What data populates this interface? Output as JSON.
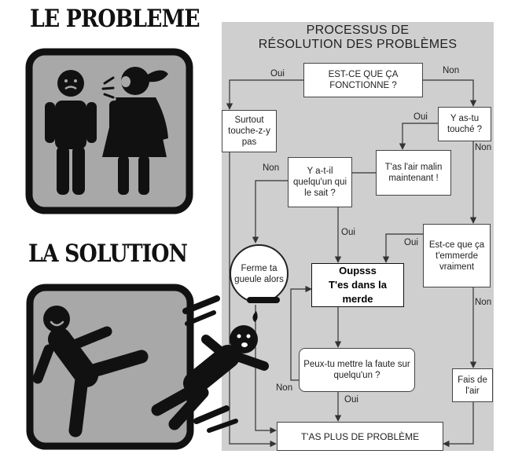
{
  "headings": {
    "problem": "LE PROBLEME",
    "solution": "LA SOLUTION"
  },
  "flowchart": {
    "title_line1": "PROCESSUS DE",
    "title_line2": "RÉSOLUTION DES PROBLÈMES",
    "nodes": {
      "start": "EST-CE QUE ÇA FONCTIONNE ?",
      "dont_touch": "Surtout touche-z-y pas",
      "touched": "Y as-tu touché ?",
      "look_smart": "T'as l'air malin maintenant !",
      "anyone_knows": "Y a-t-il quelqu'un qui le sait ?",
      "shut_up": "Ferme ta gueule alors",
      "oops_line1": "Oupsss",
      "oops_line2": "T'es dans la merde",
      "bother_you": "Est-ce que ça t'emmerde vraiment",
      "blame": "Peux-tu mettre la faute sur quelqu'un ?",
      "pretend": "Fais de l'air",
      "no_problem": "T'AS PLUS DE PROBLÈME"
    },
    "labels": {
      "oui_1": "Oui",
      "non_1": "Non",
      "oui_2": "Oui",
      "non_2": "Non",
      "non_3": "Non",
      "oui_3": "Oui",
      "oui_4": "Oui",
      "non_4": "Non",
      "non_5": "Non",
      "oui_5": "Oui"
    }
  },
  "icons": [
    "man-sad-icon",
    "woman-yelling-icon",
    "kicking-man-icon",
    "falling-man-icon"
  ],
  "colors": {
    "panel": "#cfcfcf",
    "icon_frame": "#111111",
    "icon_fill": "#a8a8a8"
  }
}
